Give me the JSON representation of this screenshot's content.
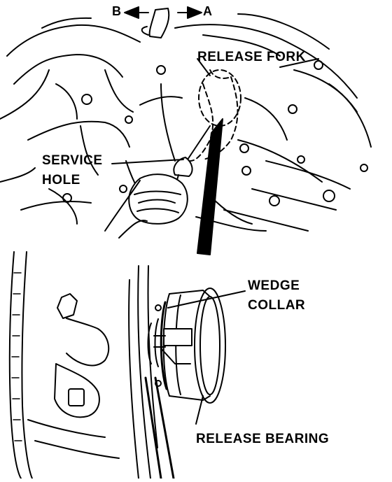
{
  "labels": {
    "direction_b": "B",
    "direction_a": "A",
    "release_fork": "RELEASE FORK",
    "service_hole_line1": "SERVICE",
    "service_hole_line2": "HOLE",
    "wedge_collar_line1": "WEDGE",
    "wedge_collar_line2": "COLLAR",
    "release_bearing": "RELEASE BEARING"
  },
  "colors": {
    "ink": "#000000",
    "paper": "#ffffff"
  }
}
